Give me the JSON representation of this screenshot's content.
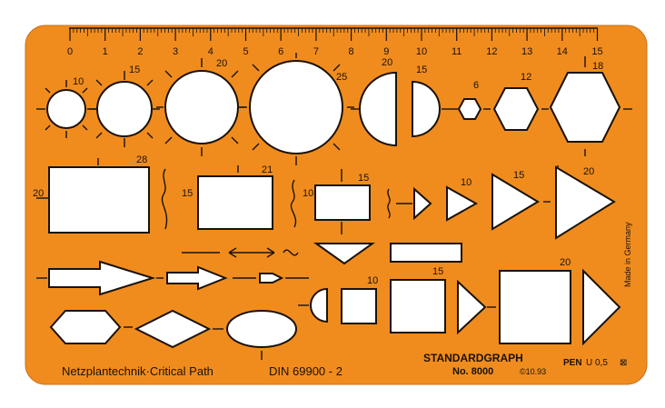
{
  "template": {
    "plate_color": "#f08c1e",
    "ink_color": "#1a1208",
    "ruler_numbers": [
      "0",
      "1",
      "2",
      "3",
      "4",
      "5",
      "6",
      "7",
      "8",
      "9",
      "10",
      "11",
      "12",
      "13",
      "14",
      "15"
    ],
    "circle_sizes": [
      "10",
      "15",
      "20",
      "25"
    ],
    "half_circle_sizes": [
      "20",
      "15"
    ],
    "hexagon_sizes": [
      "6",
      "12",
      "18"
    ],
    "rectangle_sizes": {
      "large_width": "28",
      "large_height": "20",
      "medium": "21",
      "small_width": "15",
      "small_height": "10"
    },
    "bracket_sizes": [
      "15",
      "10"
    ],
    "triangle_sizes": [
      "10",
      "15",
      "20"
    ],
    "square_sizes": [
      "10",
      "15",
      "20"
    ],
    "caption_left": "Netzplantechnik·Critical Path",
    "caption_din": "DIN 69900 - 2",
    "brand": "STANDARDGRAPH",
    "model": "No. 8000",
    "copyright": "©10.93",
    "pen_label": "PEN",
    "pen_size": "U 0,5",
    "pen_mark": "⊠",
    "made_in": "Made in Germany"
  }
}
